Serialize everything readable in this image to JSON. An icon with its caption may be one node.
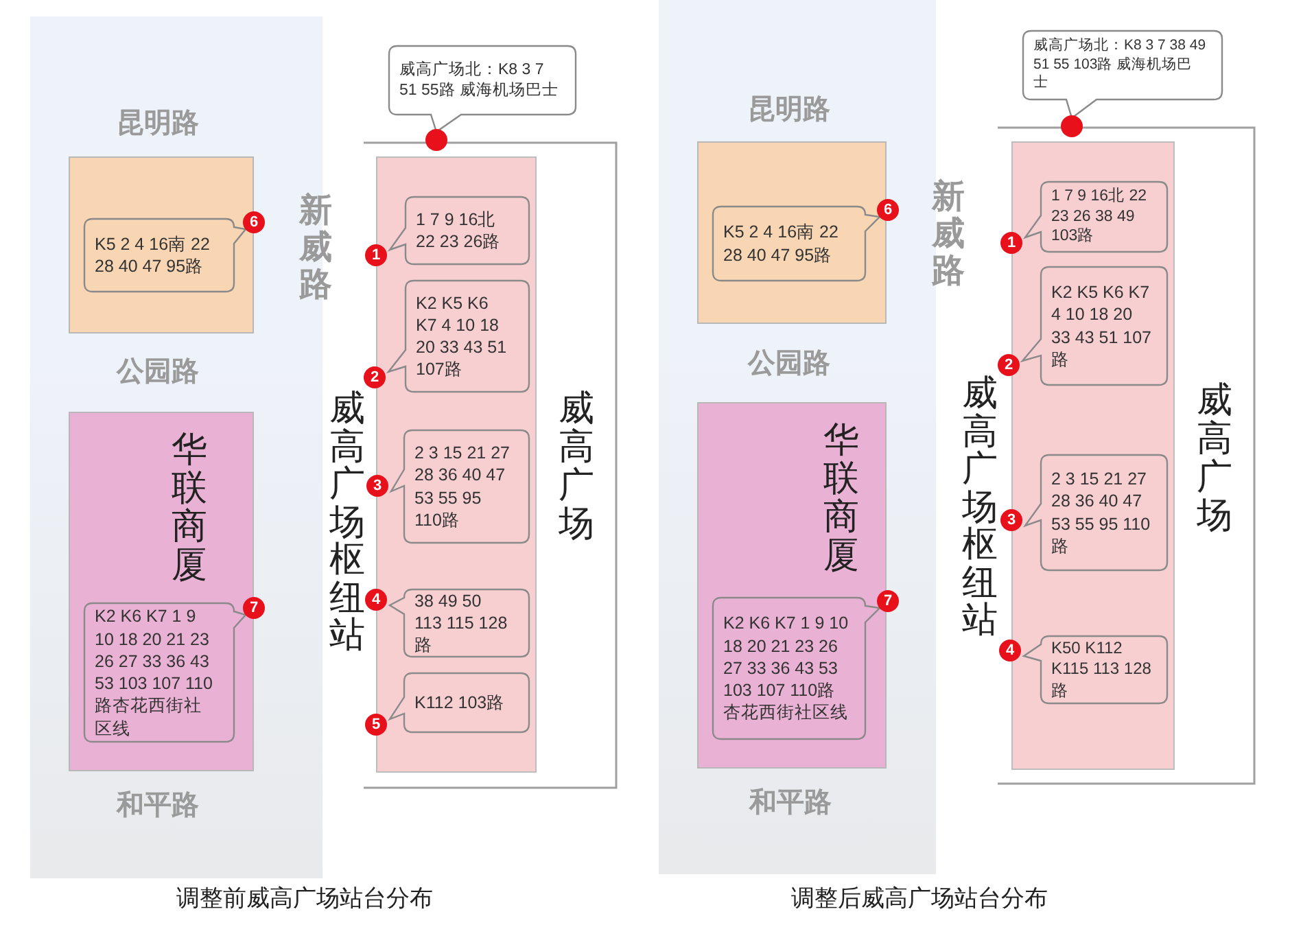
{
  "diagram": {
    "nodes": [
      {
        "text": [],
        "shape": "box"
      },
      {
        "text": [
          "K5 2 4 16南 22 28 40 47 95路"
        ],
        "in": 0,
        "beside": [
          "6"
        ]
      },
      {
        "text": [
          "华联商厦"
        ]
      },
      {
        "text": [
          "K2 K6 K7 1 9 10 18 20 21 23 26 27 33 36 43 53 103 107 110路杏花西街社区线"
        ],
        "in": 2,
        "beside": [
          "7"
        ]
      },
      {
        "text": [
          "威高广场北：K8 3 7 51 55路 威海机场巴士"
        ]
      },
      {
        "text": [
          "威高广场"
        ]
      },
      {
        "text": [
          "威高广场枢纽站"
        ],
        "in": 5
      },
      {
        "text": [
          "1 7 9 16北 22 23 26路"
        ],
        "in": 6,
        "beside": [
          "1"
        ]
      },
      {
        "text": [
          "K2 K5 K6 K7 4 10 18 20 33 43 51 107路"
        ],
        "in": 6,
        "beside": [
          "2"
        ]
      },
      {
        "text": [
          "2 3 15 21 27 28 36 40 47 53 55 95 110路"
        ],
        "in": 6,
        "beside": [
          "3"
        ]
      },
      {
        "text": [
          "38 49 50 113 115 128路"
        ],
        "in": 6,
        "beside": [
          "4"
        ]
      },
      {
        "text": [
          "K112 103路"
        ],
        "in": 6,
        "beside": [
          "5"
        ]
      },
      {
        "text": [],
        "shape": "box"
      },
      {
        "text": [
          "K5 2 4 16南 22 28 40 47 95路"
        ],
        "in": 12,
        "beside": [
          "6"
        ]
      },
      {
        "text": [
          "华联商厦"
        ]
      },
      {
        "text": [
          "K2 K6 K7 1 9 10 18 20 21 23 26 27 33 36 43 53 103 107 110路杏花西街社区线"
        ],
        "in": 14,
        "beside": [
          "7"
        ]
      },
      {
        "text": [
          "威高广场北：K8 3 7 38 49 51 55 103路 威海机场巴士"
        ]
      },
      {
        "text": [
          "威高广场"
        ]
      },
      {
        "text": [
          "威高广场枢纽站"
        ],
        "in": 17
      },
      {
        "text": [
          "1 7 9 16北 22 23 26 38 49 103路"
        ],
        "in": 18,
        "beside": [
          "1"
        ]
      },
      {
        "text": [
          "K2 K5 K6 K7 4 10 18 20 33 43 51 107路"
        ],
        "in": 18,
        "beside": [
          "2"
        ]
      },
      {
        "text": [
          "2 3 15 21 27 28 36 40 47 53 55 95 110路"
        ],
        "in": 18,
        "beside": [
          "3"
        ]
      },
      {
        "text": [
          "K50 K112 K115 113 128路"
        ],
        "in": 18,
        "beside": [
          "4"
        ]
      }
    ],
    "labels": [
      "昆明路",
      "新威路",
      "公园路",
      "和平路",
      "调整前威高广场站台分布",
      "昆明路",
      "新威路",
      "公园路",
      "和平路",
      "调整后威高广场站台分布"
    ]
  }
}
